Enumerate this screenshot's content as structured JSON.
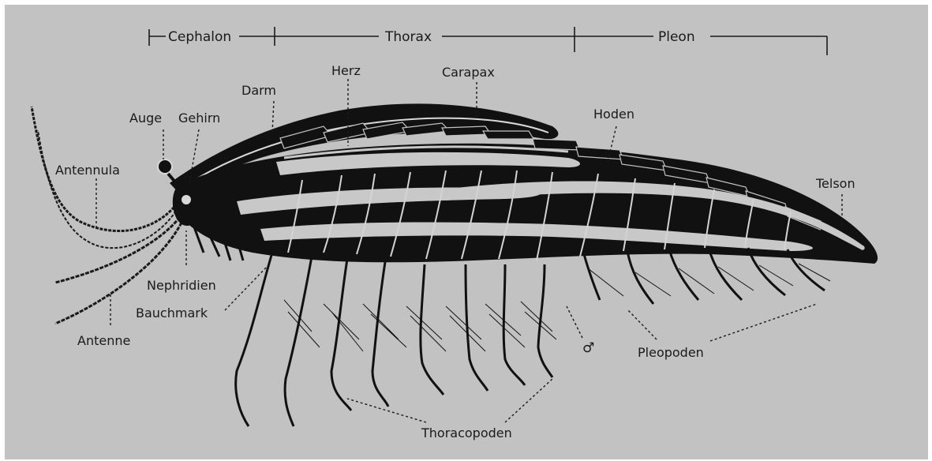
{
  "colors": {
    "paper": "#c2c2c2",
    "ink": "#111111",
    "highlight": "#d8d8d8"
  },
  "regions": {
    "cephalon": "Cephalon",
    "thorax": "Thorax",
    "pleon": "Pleon"
  },
  "labels": {
    "darm": "Darm",
    "herz": "Herz",
    "carapax": "Carapax",
    "auge": "Auge",
    "gehirn": "Gehirn",
    "hoden": "Hoden",
    "antennula": "Antennula",
    "telson": "Telson",
    "nephridien": "Nephridien",
    "bauchmark": "Bauchmark",
    "antenne": "Antenne",
    "male_symbol": "♂",
    "pleopoden": "Pleopoden",
    "thoracopoden": "Thoracopoden"
  }
}
